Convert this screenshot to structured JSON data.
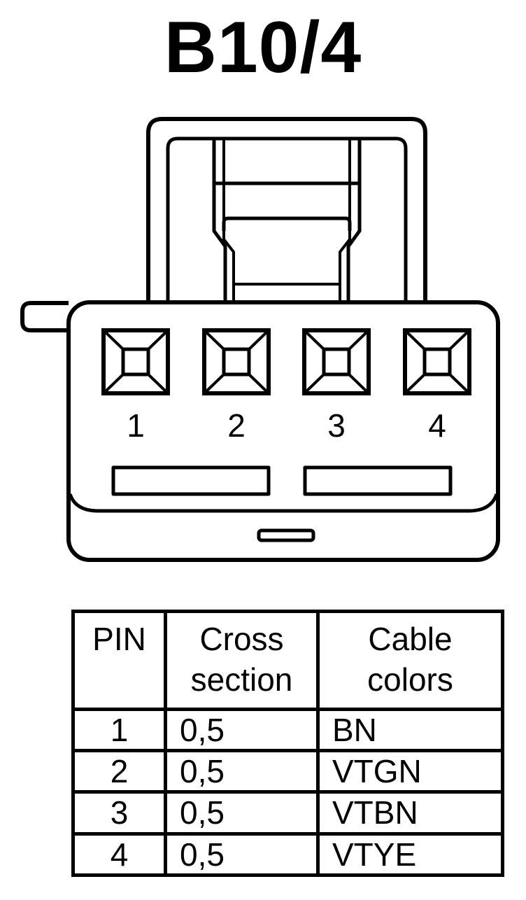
{
  "title": "B10/4",
  "connector": {
    "pin_numbers": [
      "1",
      "2",
      "3",
      "4"
    ]
  },
  "table": {
    "headers": {
      "pin": "PIN",
      "cross_section": [
        "Cross",
        "section"
      ],
      "cable_colors": [
        "Cable",
        "colors"
      ]
    },
    "rows": [
      {
        "pin": "1",
        "cross_section": "0,5",
        "color": "BN"
      },
      {
        "pin": "2",
        "cross_section": "0,5",
        "color": "VTGN"
      },
      {
        "pin": "3",
        "cross_section": "0,5",
        "color": "VTBN"
      },
      {
        "pin": "4",
        "cross_section": "0,5",
        "color": "VTYE"
      }
    ]
  }
}
